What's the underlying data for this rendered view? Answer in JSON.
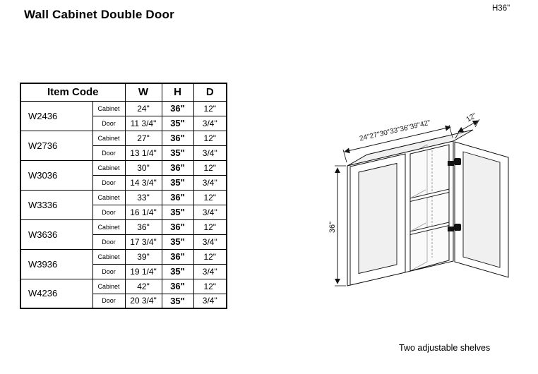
{
  "page": {
    "title": "Wall Cabinet Double Door",
    "corner_note": "H36\"",
    "caption": "Two adjustable shelves"
  },
  "table": {
    "headers": {
      "item_code": "Item Code",
      "w": "W",
      "h": "H",
      "d": "D"
    },
    "row_labels": {
      "cabinet": "Cabinet",
      "door": "Door"
    },
    "rows": [
      {
        "code": "W2436",
        "cabinet_w": "24\"",
        "cabinet_h": "36\"",
        "cabinet_d": "12\"",
        "door_w": "11 3/4\"",
        "door_h": "35\"",
        "door_d": "3/4\""
      },
      {
        "code": "W2736",
        "cabinet_w": "27\"",
        "cabinet_h": "36\"",
        "cabinet_d": "12\"",
        "door_w": "13 1/4\"",
        "door_h": "35\"",
        "door_d": "3/4\""
      },
      {
        "code": "W3036",
        "cabinet_w": "30\"",
        "cabinet_h": "36\"",
        "cabinet_d": "12\"",
        "door_w": "14 3/4\"",
        "door_h": "35\"",
        "door_d": "3/4\""
      },
      {
        "code": "W3336",
        "cabinet_w": "33\"",
        "cabinet_h": "36\"",
        "cabinet_d": "12\"",
        "door_w": "16 1/4\"",
        "door_h": "35\"",
        "door_d": "3/4\""
      },
      {
        "code": "W3636",
        "cabinet_w": "36\"",
        "cabinet_h": "36\"",
        "cabinet_d": "12\"",
        "door_w": "17 3/4\"",
        "door_h": "35\"",
        "door_d": "3/4\""
      },
      {
        "code": "W3936",
        "cabinet_w": "39\"",
        "cabinet_h": "36\"",
        "cabinet_d": "12\"",
        "door_w": "19 1/4\"",
        "door_h": "35\"",
        "door_d": "3/4\""
      },
      {
        "code": "W4236",
        "cabinet_w": "42\"",
        "cabinet_h": "36\"",
        "cabinet_d": "12\"",
        "door_w": "20 3/4\"",
        "door_h": "35\"",
        "door_d": "3/4\""
      }
    ]
  },
  "diagram": {
    "width_label": "24\"27\"30\"33\"36\"39\"42\"",
    "depth_label": "12\"",
    "height_label": "36\""
  }
}
